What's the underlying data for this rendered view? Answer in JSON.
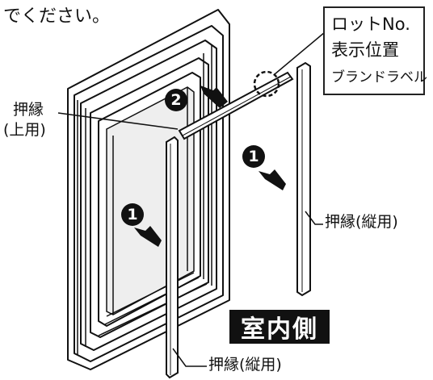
{
  "instruction_text": "でください。",
  "label_box": {
    "line1": "ロットNo.",
    "line2": "表示位置",
    "line3": "ブランドラベル"
  },
  "labels": {
    "oshibuchi_top": "押縁",
    "oshibuchi_top_sub": "(上用)",
    "oshibuchi_right": "押縁(縦用)",
    "oshibuchi_bottom": "押縁(縦用)"
  },
  "badge_room_side": "室内側",
  "step_markers": {
    "step1": "1",
    "step2": "2"
  },
  "colors": {
    "ink": "#111111",
    "glass": "#eeeeee",
    "frame": "#ffffff"
  }
}
